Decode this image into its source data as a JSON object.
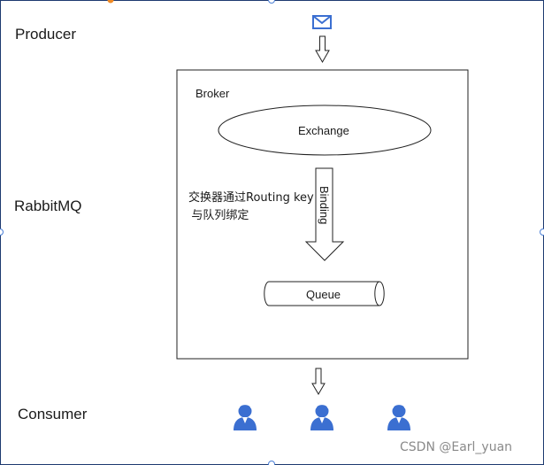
{
  "labels": {
    "producer": "Producer",
    "rabbitmq": "RabbitMQ",
    "consumer": "Consumer",
    "broker": "Broker",
    "exchange": "Exchange",
    "binding": "Binding",
    "queue": "Queue",
    "routing_note_line1": "交换器通过Routing key",
    "routing_note_line2": "与队列绑定"
  },
  "watermark": "CSDN @Earl_yuan",
  "icons": {
    "message": "envelope-icon",
    "consumers": [
      "consumer-person-icon",
      "consumer-person-icon",
      "consumer-person-icon"
    ]
  },
  "colors": {
    "stroke": "#222222",
    "icon_blue": "#3b6fd1",
    "selection_handle": "#4a7fd6",
    "selection_handle_active": "#f08a24"
  }
}
